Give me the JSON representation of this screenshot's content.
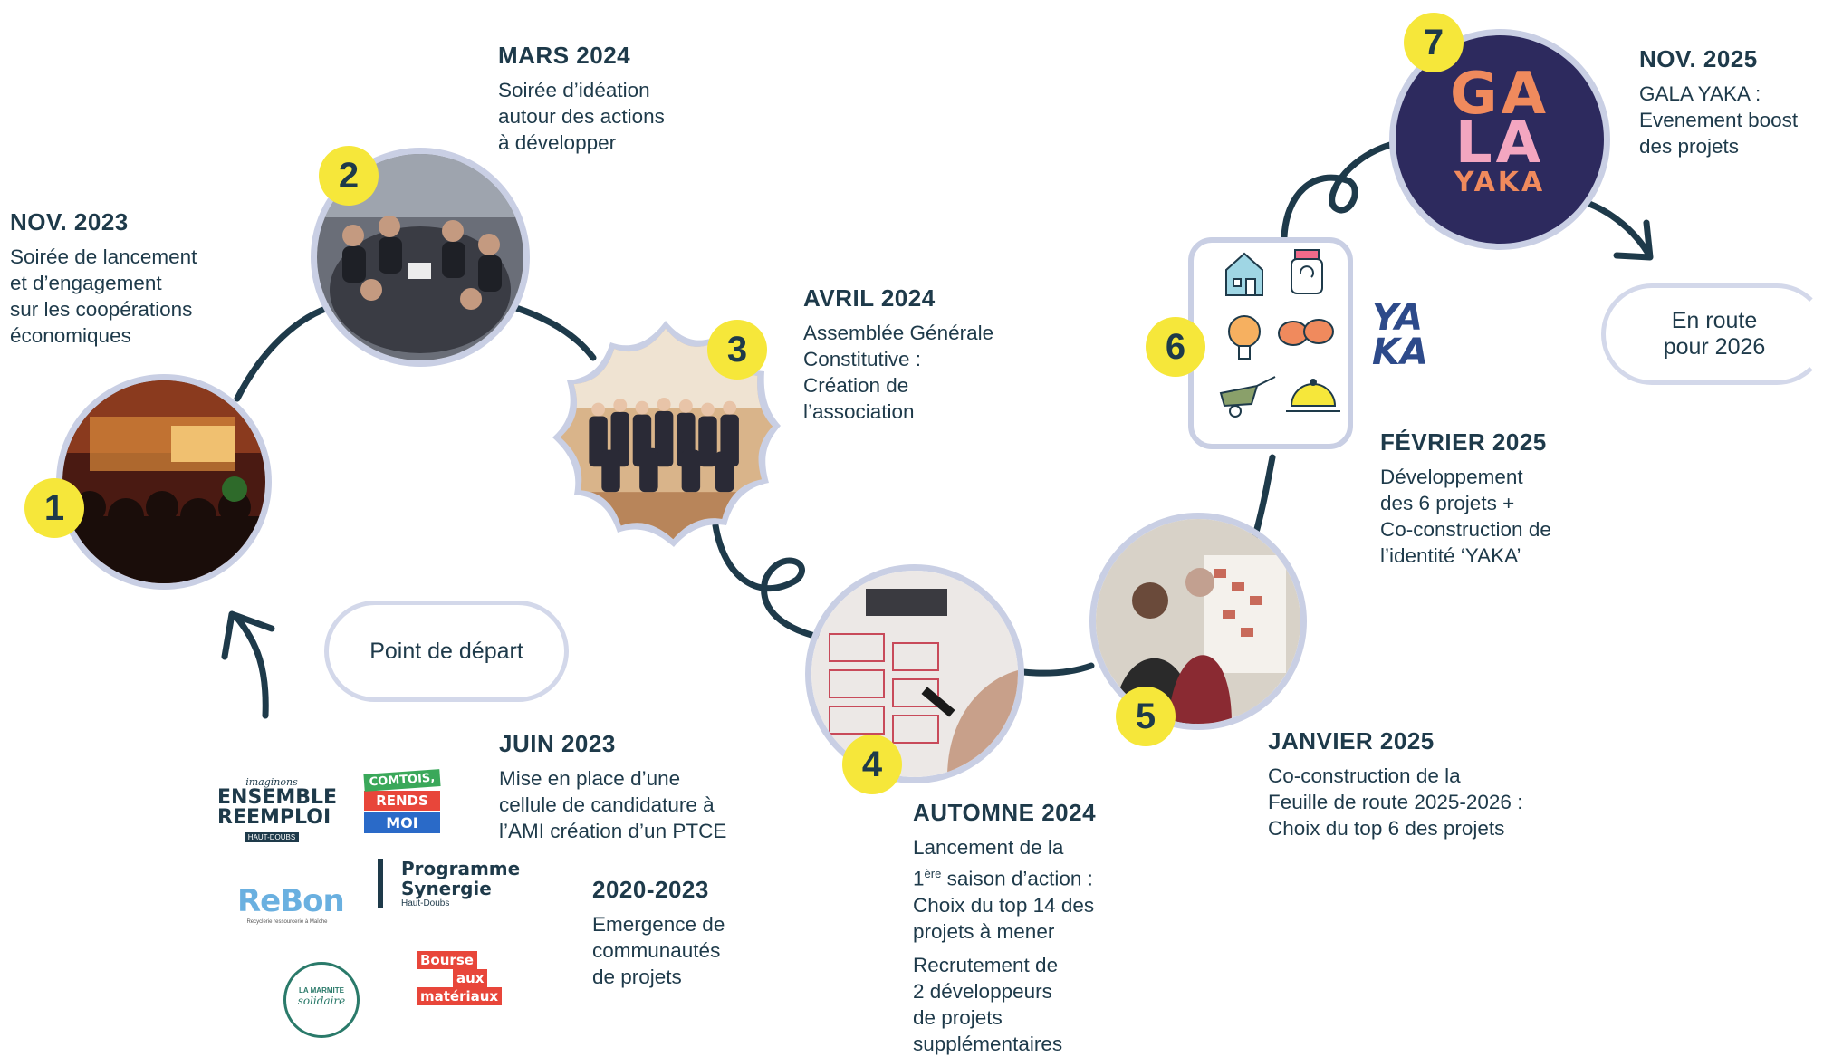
{
  "colors": {
    "navy": "#1e3a4a",
    "badge_yellow": "#f6e73a",
    "ring_lavender": "#c9cfe4",
    "gala_purple": "#2d2a5e",
    "gala_orange": "#f08a5d"
  },
  "milestones": [
    {
      "number": "1",
      "date": "NOV. 2023",
      "lines": [
        "Soirée de lancement",
        "et d’engagement",
        "sur les coopérations",
        "économiques"
      ]
    },
    {
      "number": "2",
      "date": "MARS 2024",
      "lines": [
        "Soirée d’idéation",
        "autour des actions",
        "à développer"
      ]
    },
    {
      "number": "3",
      "date": "AVRIL 2024",
      "lines": [
        "Assemblée Générale",
        "Constitutive :",
        "Création de",
        "l’association"
      ]
    },
    {
      "number": "4",
      "date": "AUTOMNE 2024",
      "lines": [
        "Lancement de la",
        "saison d’action :",
        "Choix du top 14 des",
        "projets à mener",
        "Recrutement de",
        "2 développeurs",
        "de projets",
        "supplémentaires"
      ],
      "ordinal": "1",
      "ordinal_sup": "ère"
    },
    {
      "number": "5",
      "date": "JANVIER 2025",
      "lines": [
        "Co-construction de la",
        "Feuille de route 2025-2026 :",
        "Choix du top 6 des projets"
      ]
    },
    {
      "number": "6",
      "date": "FÉVRIER 2025",
      "lines": [
        "Développement",
        "des 6 projets +",
        "Co-construction de",
        "l’identité ‘YAKA’"
      ]
    },
    {
      "number": "7",
      "date": "NOV. 2025",
      "lines": [
        "GALA YAKA :",
        "Evenement boost",
        "des projets"
      ]
    }
  ],
  "origin": {
    "date": "JUIN 2023",
    "lines": [
      "Mise en place d’une",
      "cellule de candidature à",
      "l’AMI création d’un PTCE"
    ]
  },
  "emergence": {
    "date": "2020-2023",
    "lines": [
      "Emergence de",
      "communautés",
      "de projets"
    ]
  },
  "pills": {
    "start": "Point de départ",
    "end_line1": "En route",
    "end_line2": "pour 2026"
  },
  "yaka_logo": {
    "line1": "YA",
    "line2": "KA"
  },
  "gala_logo": {
    "line1": "GA",
    "line2": "LA",
    "line3": "YAKA"
  },
  "partner_logos": [
    {
      "name": "ensemble-reemploi",
      "top": "imaginons",
      "line1": "ENSEMBLE",
      "line2": "REEMPLOI",
      "sub": "HAUT-DOUBS"
    },
    {
      "name": "comtois-rends-moi",
      "line1": "COMTOIS,",
      "line2": "RENDS",
      "line3": "MOI"
    },
    {
      "name": "rebon",
      "line1": "ReBon",
      "sub": "Recyclerie ressourcerie à Maîche"
    },
    {
      "name": "programme-synergie",
      "line1": "Programme",
      "line2": "Synergie",
      "sub": "Haut-Doubs"
    },
    {
      "name": "la-marmite-solidaire",
      "line1": "LA MARMITE",
      "line2": "solidaire"
    },
    {
      "name": "bourse-aux-materiaux",
      "line1": "Bourse",
      "line2": "aux",
      "line3": "matériaux"
    }
  ],
  "icons": [
    "house-icon",
    "jar-icon",
    "lightbulb-icon",
    "speech-bubbles-icon",
    "wheelbarrow-icon",
    "cloche-icon"
  ]
}
